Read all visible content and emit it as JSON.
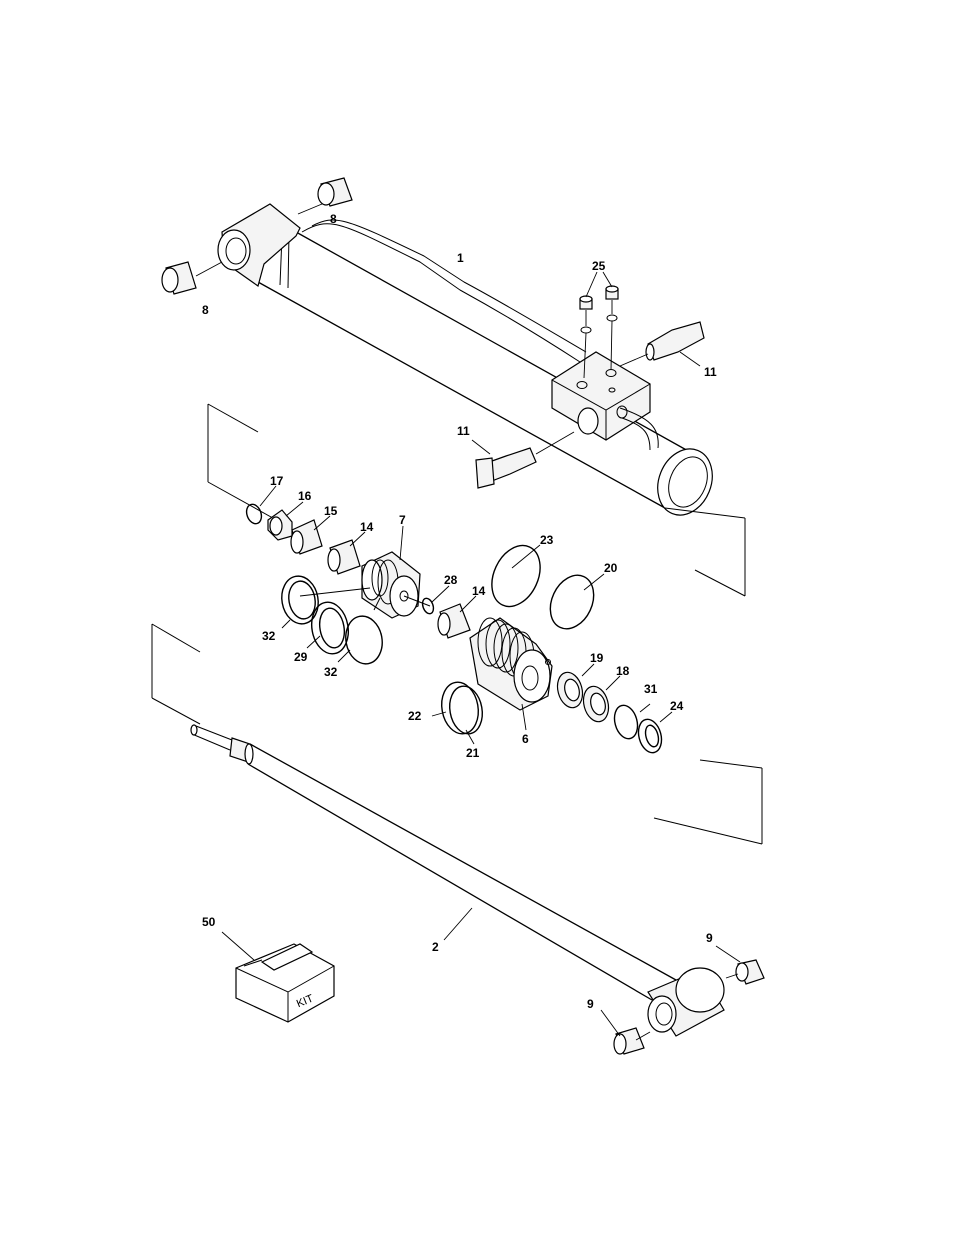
{
  "colors": {
    "line": "#000000",
    "background": "#ffffff",
    "shade": "#f4f4f4"
  },
  "callouts": [
    {
      "id": "c8a",
      "text": "8"
    },
    {
      "id": "c8b",
      "text": "8"
    },
    {
      "id": "c1",
      "text": "1"
    },
    {
      "id": "c25",
      "text": "25"
    },
    {
      "id": "c11a",
      "text": "11"
    },
    {
      "id": "c11b",
      "text": "11"
    },
    {
      "id": "c17",
      "text": "17"
    },
    {
      "id": "c16",
      "text": "16"
    },
    {
      "id": "c15",
      "text": "15"
    },
    {
      "id": "c14a",
      "text": "14"
    },
    {
      "id": "c7",
      "text": "7"
    },
    {
      "id": "c23",
      "text": "23"
    },
    {
      "id": "c20",
      "text": "20"
    },
    {
      "id": "c28",
      "text": "28"
    },
    {
      "id": "c14b",
      "text": "14"
    },
    {
      "id": "c32a",
      "text": "32"
    },
    {
      "id": "c29",
      "text": "29"
    },
    {
      "id": "c32b",
      "text": "32"
    },
    {
      "id": "c19",
      "text": "19"
    },
    {
      "id": "c18",
      "text": "18"
    },
    {
      "id": "c31",
      "text": "31"
    },
    {
      "id": "c24",
      "text": "24"
    },
    {
      "id": "c22",
      "text": "22"
    },
    {
      "id": "c21",
      "text": "21"
    },
    {
      "id": "c6",
      "text": "6"
    },
    {
      "id": "c50",
      "text": "50"
    },
    {
      "id": "c2",
      "text": "2"
    },
    {
      "id": "c9a",
      "text": "9"
    },
    {
      "id": "c9b",
      "text": "9"
    }
  ],
  "kit": {
    "label": "KIT"
  }
}
